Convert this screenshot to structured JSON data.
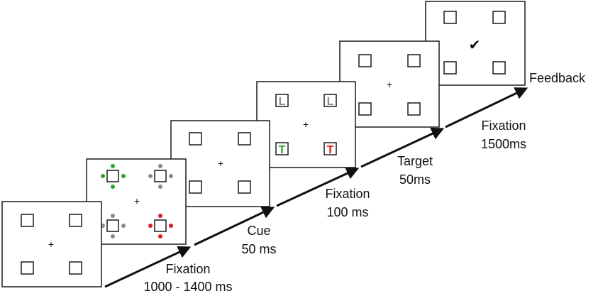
{
  "colors": {
    "frame": "#1a1a1a",
    "cue_valid": "#2aa52a",
    "cue_neutral": "#8a8a8a",
    "cue_invalid": "#e01b1b",
    "letter_gray": "#8a8a8a",
    "letter_green": "#2aa52a",
    "letter_red": "#e01b1b"
  },
  "fixation_symbol": "+",
  "checkmark_symbol": "✔",
  "letters": {
    "L": "L",
    "T": "T"
  },
  "stages": [
    {
      "id": "fixation-initial",
      "lines": [
        "Fixation",
        "1000 - 1400 ms"
      ]
    },
    {
      "id": "cue",
      "lines": [
        "Cue",
        "50 ms"
      ]
    },
    {
      "id": "fixation-isi",
      "lines": [
        "Fixation",
        "100 ms"
      ]
    },
    {
      "id": "target",
      "lines": [
        "Target",
        "50ms"
      ]
    },
    {
      "id": "fixation-post",
      "lines": [
        "Fixation",
        "1500ms"
      ]
    },
    {
      "id": "feedback",
      "lines": [
        "Feedback"
      ]
    }
  ]
}
